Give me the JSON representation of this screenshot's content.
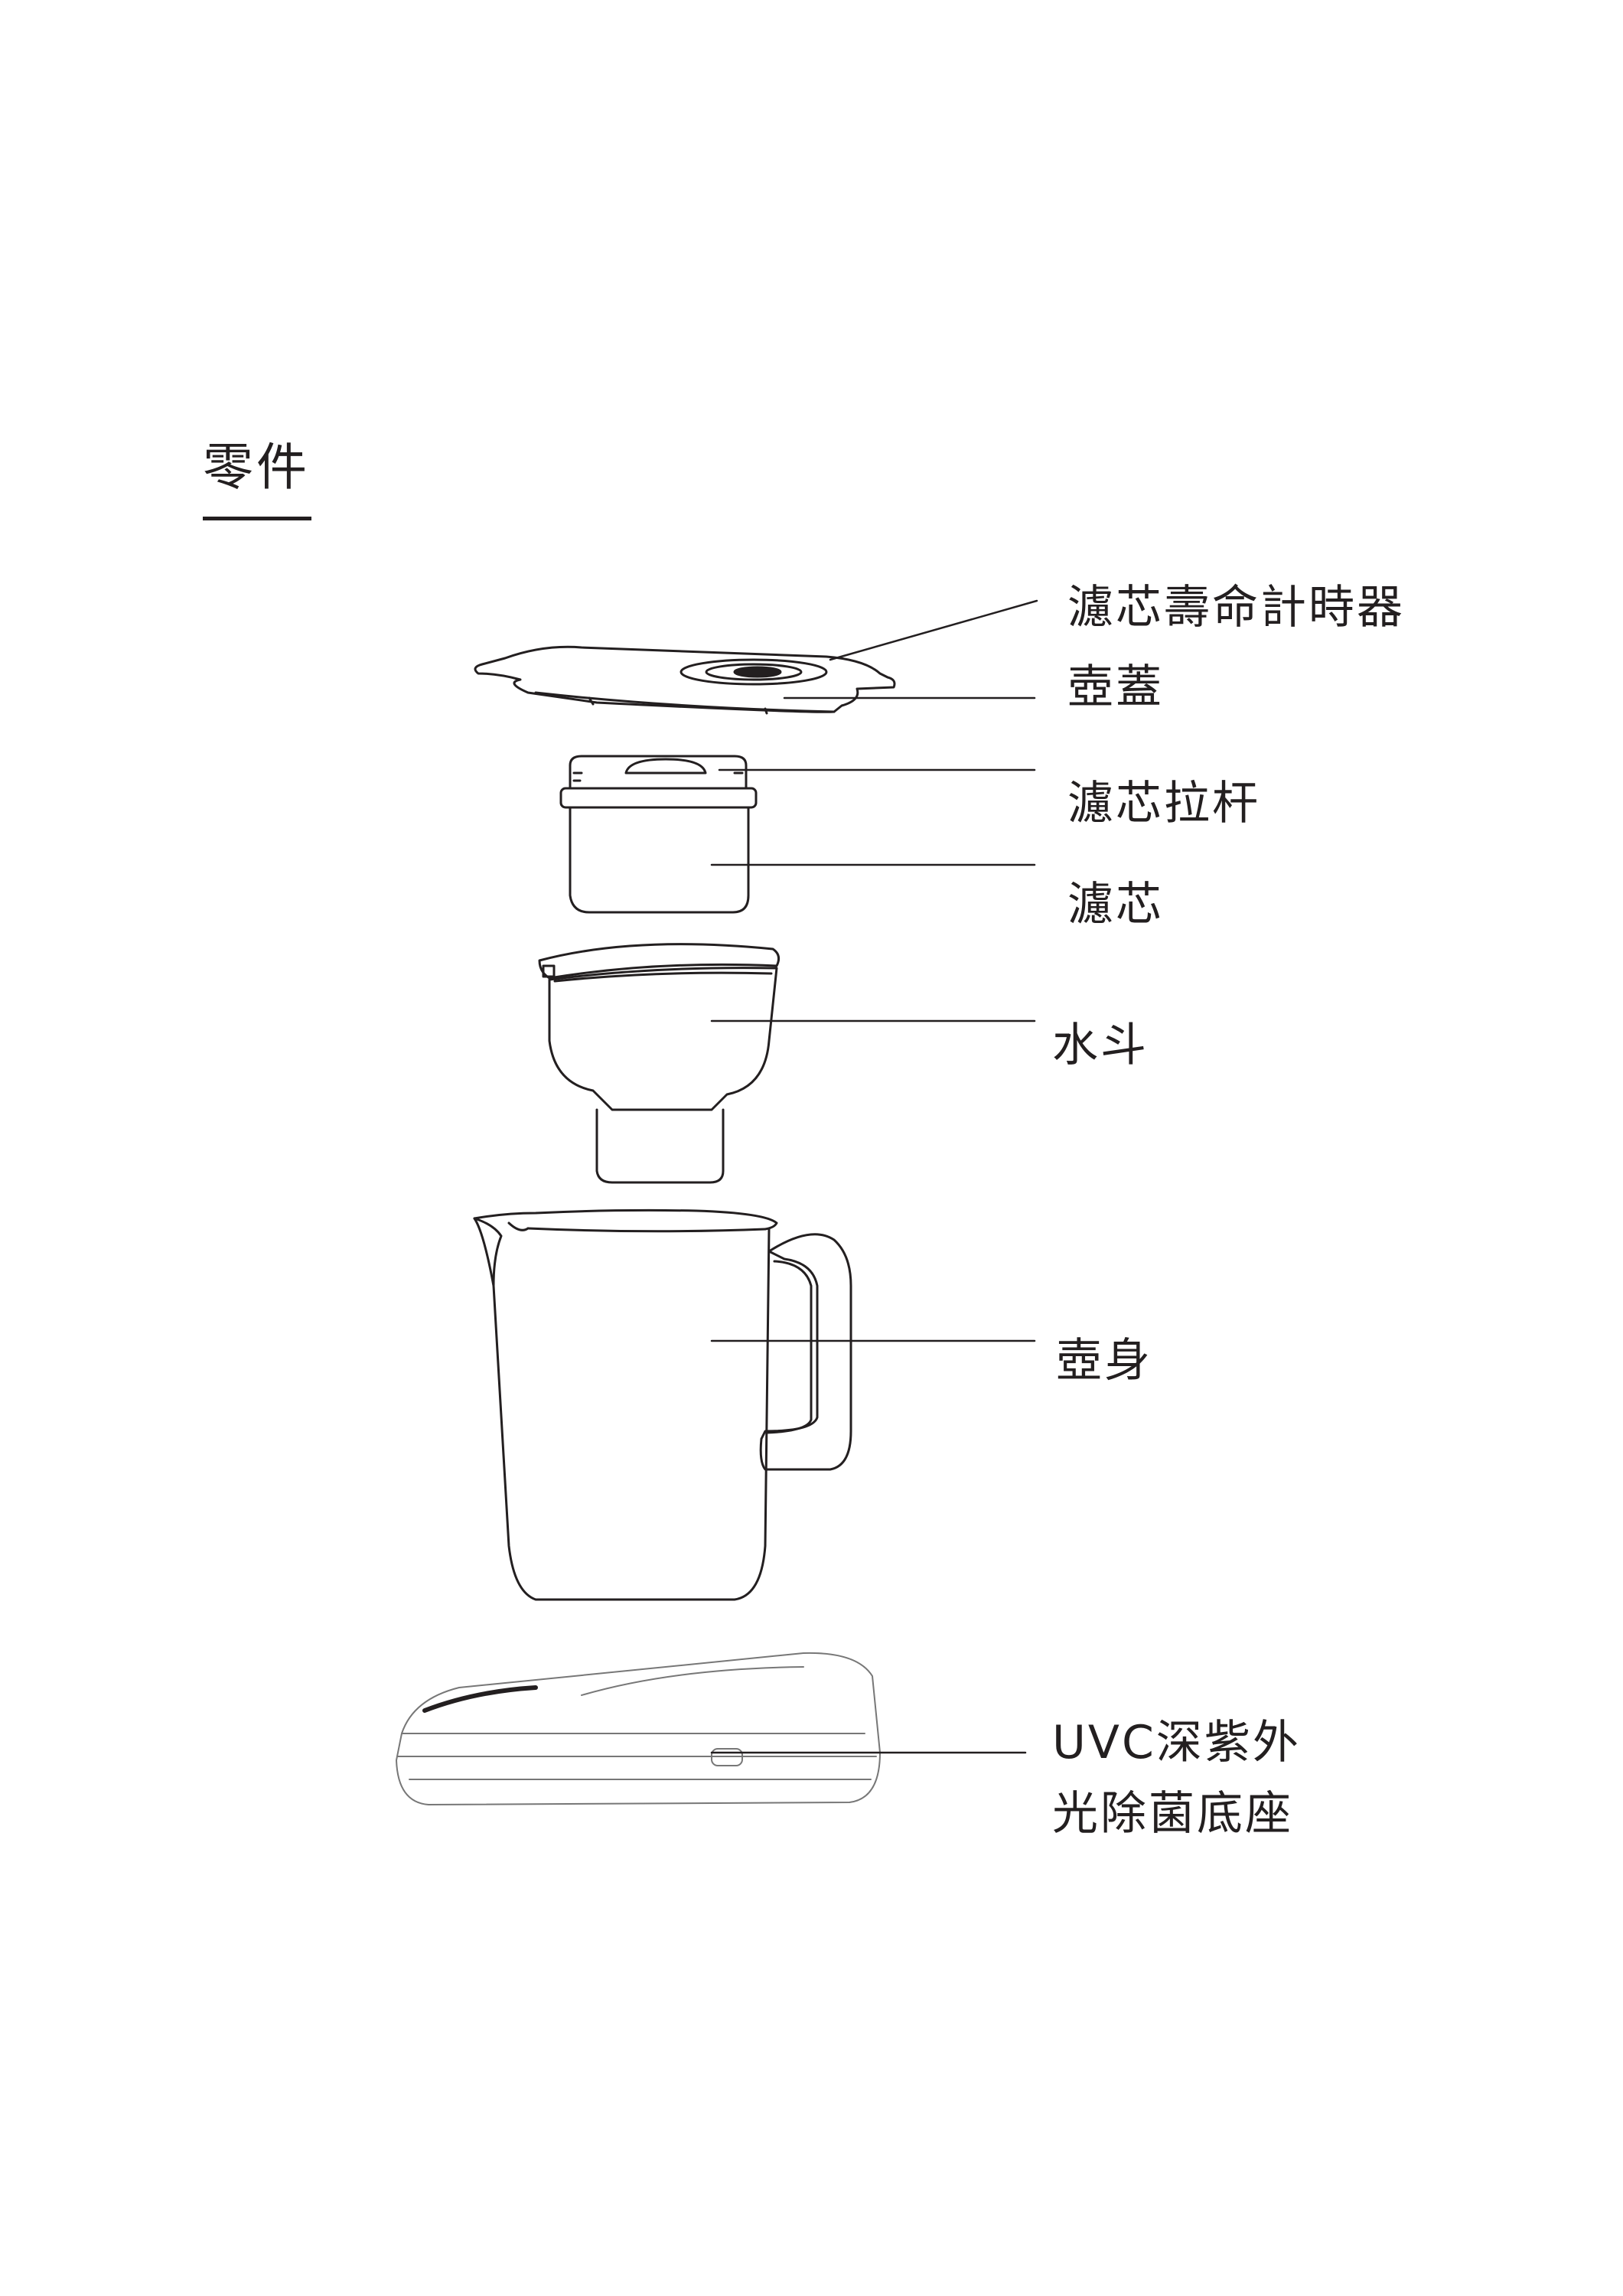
{
  "title": "零件",
  "parts": [
    {
      "id": "timer",
      "label": "濾芯壽命計時器"
    },
    {
      "id": "lid",
      "label": "壺蓋"
    },
    {
      "id": "filter-handle",
      "label": "濾芯拉杆"
    },
    {
      "id": "filter",
      "label": "濾芯"
    },
    {
      "id": "reservoir",
      "label": "水斗"
    },
    {
      "id": "body",
      "label": "壺身"
    },
    {
      "id": "base",
      "label_line1": "UVC深紫外",
      "label_line2": "光除菌底座"
    }
  ]
}
